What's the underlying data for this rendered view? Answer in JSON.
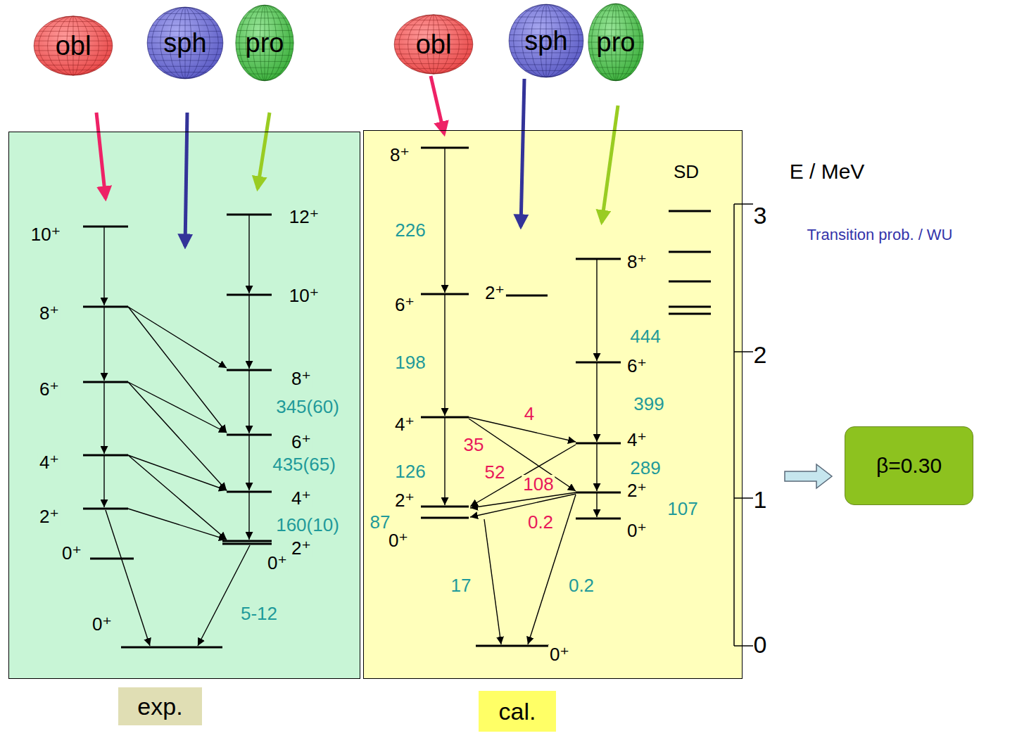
{
  "diagram": {
    "nodes": [
      {
        "text": [
          "obl"
        ]
      },
      {
        "text": [
          "sph"
        ]
      },
      {
        "text": [
          "pro"
        ]
      },
      {
        "text": [
          "obl"
        ]
      },
      {
        "text": [
          "sph"
        ]
      },
      {
        "text": [
          "pro"
        ]
      },
      {
        "text": [
          "10⁺",
          "12⁺",
          "10⁺",
          "8⁺",
          "8⁺",
          "6⁺",
          "345(60)",
          "6⁺",
          "4⁺",
          "435(65)",
          "4⁺",
          "2⁺",
          "160(10)",
          "2⁺",
          "0⁺",
          "0⁺",
          "5-12",
          "0⁺"
        ]
      },
      {
        "text": [
          "8⁺",
          "SD",
          "226",
          "8⁺",
          "2⁺",
          "6⁺",
          "444",
          "198",
          "6⁺",
          "399",
          "4",
          "4⁺",
          "4⁺",
          "35",
          "126",
          "52",
          "289",
          "108",
          "2⁺",
          "2⁺",
          "107",
          "0.2",
          "87",
          "0⁺",
          "0⁺",
          "17",
          "0.2",
          "0⁺"
        ]
      },
      {
        "text": [
          "β=0.30"
        ]
      },
      {
        "text": [
          "exp."
        ]
      },
      {
        "text": [
          "cal."
        ]
      }
    ],
    "edges": [
      {
        "from": 0,
        "to": 6,
        "arrow": "to"
      },
      {
        "from": 1,
        "to": 6,
        "arrow": "to"
      },
      {
        "from": 2,
        "to": 6,
        "arrow": "to"
      },
      {
        "from": 3,
        "to": 7,
        "arrow": "to"
      },
      {
        "from": 4,
        "to": 7,
        "arrow": "to"
      },
      {
        "from": 5,
        "to": 7,
        "arrow": "to"
      }
    ],
    "labels": [
      "E / MeV",
      "3",
      "Transition prob. / WU",
      "2",
      "1",
      "0"
    ]
  }
}
